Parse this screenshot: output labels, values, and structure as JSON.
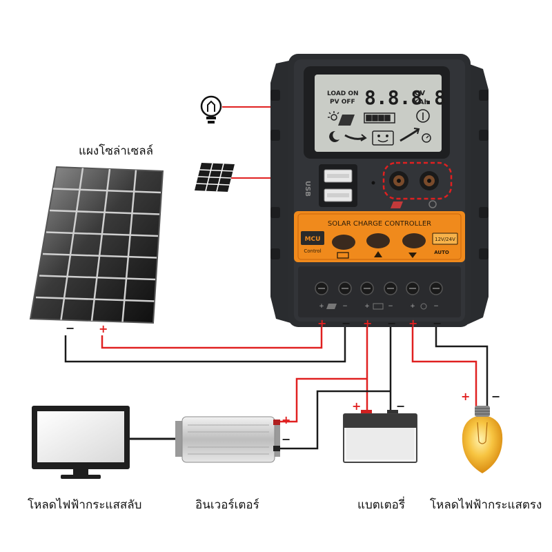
{
  "labels": {
    "solar_panel": "แผงโซล่าเซลล์",
    "ac_load": "โหลดไฟฟ้ากระแสสลับ",
    "inverter": "อินเวอร์เตอร์",
    "battery": "แบตเตอรี่",
    "dc_load": "โหลดไฟฟ้ากระแสตรง"
  },
  "controller": {
    "title": "SOLAR CHARGE CONTROLLER",
    "lcd_left_top": "LOAD ON",
    "lcd_left_bottom": "PV OFF",
    "lcd_digits": "8.8.8.8",
    "lcd_unit_top": "CV",
    "lcd_unit_bottom": "KAh",
    "mcu_label": "MCU",
    "mcu_sub": "Control",
    "voltage_badge": "12V/24V",
    "auto_label": "AUTO",
    "usb_label": "USB"
  },
  "terminals": {
    "plus": "+",
    "minus": "−"
  },
  "colors": {
    "wire_red": "#e02020",
    "wire_black": "#1a1a1a",
    "controller_body": "#2b2d30",
    "controller_panel": "#f08a1c",
    "lcd_bg": "#c9ccc6",
    "bulb": "#f5b52a"
  }
}
